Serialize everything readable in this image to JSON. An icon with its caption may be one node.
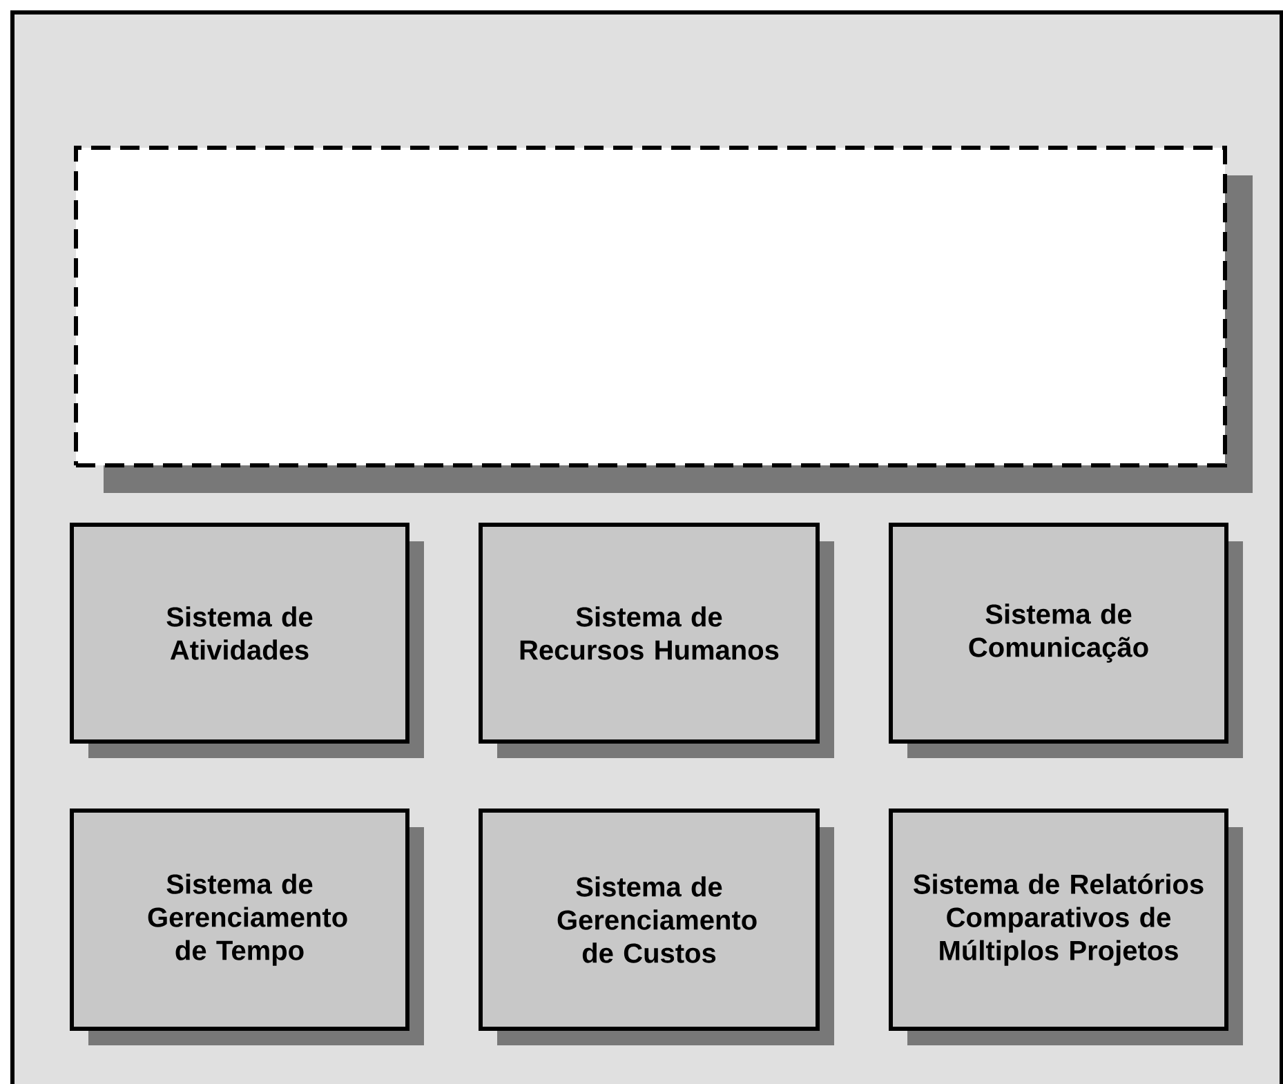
{
  "diagram": {
    "nodes": [
      {
        "text": [],
        "shape": "box"
      },
      {
        "text": [
          "Sistema de Atividades"
        ]
      },
      {
        "text": [
          "Sistema de Recursos Humanos"
        ]
      },
      {
        "text": [
          "Sistema de Comunicação"
        ]
      },
      {
        "text": [
          "Sistema de Gerenciamento de Tempo"
        ]
      },
      {
        "text": [
          "Sistema de Gerenciamento de Custos"
        ]
      },
      {
        "text": [
          "Sistema de Relatórios Comparativos de Múltiplos Projetos"
        ]
      }
    ]
  }
}
